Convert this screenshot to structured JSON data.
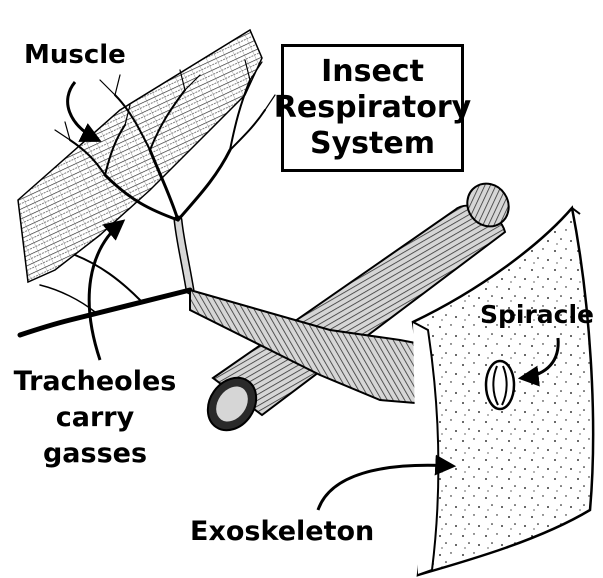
{
  "title": {
    "line1": "Insect",
    "line2": "Respiratory",
    "line3": "System"
  },
  "labels": {
    "muscle": "Muscle",
    "spiracle": "Spiracle",
    "tracheoles_line1": "Tracheoles",
    "tracheoles_line2": "carry",
    "tracheoles_line3": "gasses",
    "exoskeleton": "Exoskeleton"
  },
  "colors": {
    "ink": "#000000",
    "background": "#ffffff"
  }
}
